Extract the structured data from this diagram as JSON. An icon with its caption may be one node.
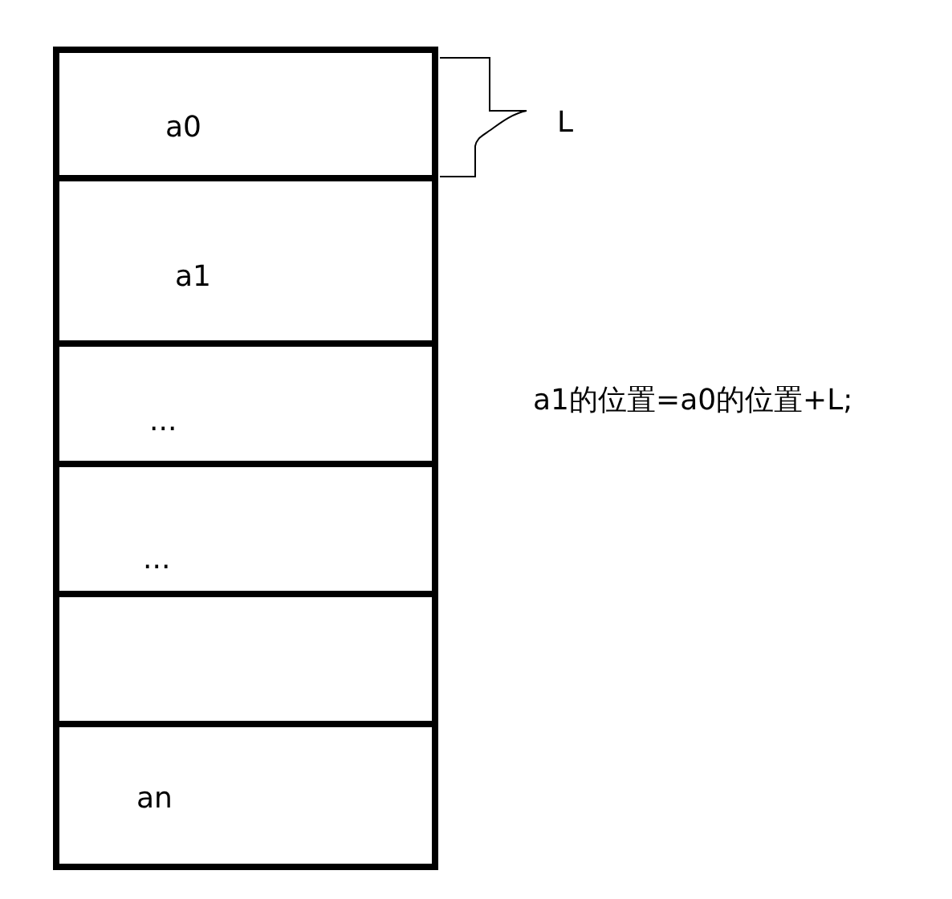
{
  "diagram": {
    "nodes": [
      {
        "text": [
          "a0"
        ]
      },
      {
        "text": [
          "a1"
        ]
      },
      {
        "text": [
          "..."
        ]
      },
      {
        "text": [
          "..."
        ]
      },
      {
        "text": [],
        "shape": "box"
      },
      {
        "text": [
          "an"
        ]
      }
    ],
    "labels": [
      "L",
      "a1的位置=a0的位置+L;"
    ]
  }
}
